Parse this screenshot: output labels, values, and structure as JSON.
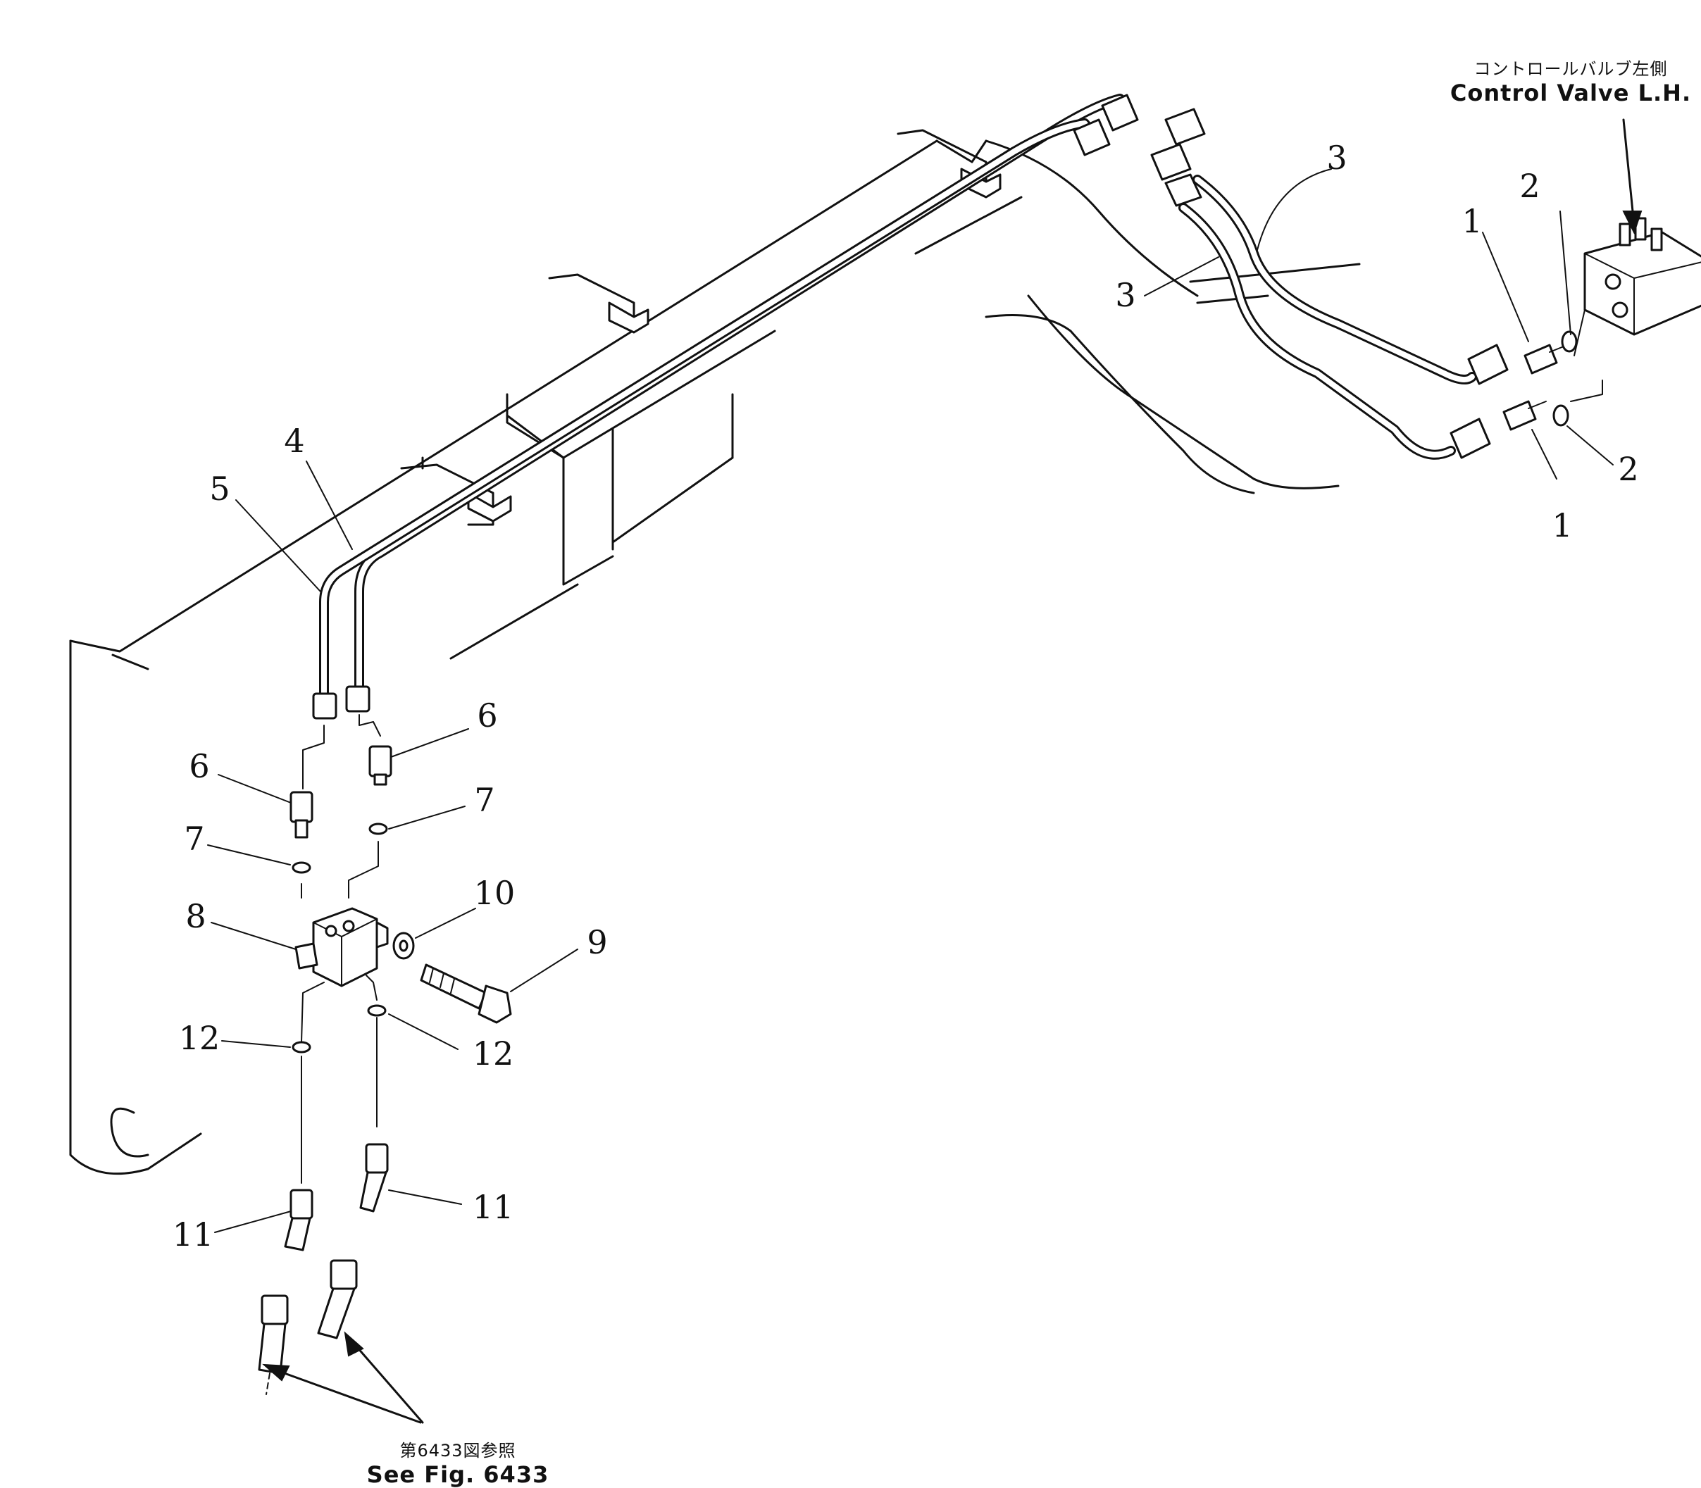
{
  "notes": {
    "control_valve": {
      "jp": "コントロールバルブ左側",
      "en": "Control Valve L.H."
    },
    "see_fig": {
      "jp": "第6433図参照",
      "en": "See Fig. 6433"
    }
  },
  "callouts": [
    "1",
    "1",
    "2",
    "2",
    "3",
    "3",
    "4",
    "5",
    "6",
    "6",
    "7",
    "7",
    "8",
    "9",
    "10",
    "11",
    "11",
    "12",
    "12"
  ]
}
